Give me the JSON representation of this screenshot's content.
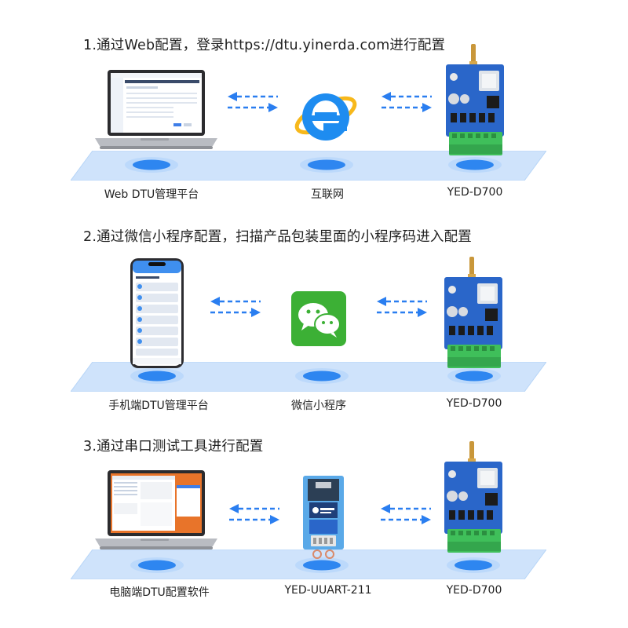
{
  "sections": [
    {
      "heading": "1.通过Web配置，登录https://dtu.yinerda.com进行配置",
      "labels": [
        "Web DTU管理平台",
        "互联网",
        "YED-D700"
      ],
      "icons": [
        "laptop-icon",
        "internet-explorer-icon",
        "dtu-board-icon"
      ]
    },
    {
      "heading": "2.通过微信小程序配置，扫描产品包装里面的小程序码进入配置",
      "labels": [
        "手机端DTU管理平台",
        "微信小程序",
        "YED-D700"
      ],
      "icons": [
        "smartphone-icon",
        "wechat-icon",
        "dtu-board-icon"
      ]
    },
    {
      "heading": "3.通过串口测试工具进行配置",
      "labels": [
        "电脑端DTU配置软件",
        "YED-UUART-211",
        "YED-D700"
      ],
      "icons": [
        "laptop-icon",
        "usb-uart-adapter-icon",
        "dtu-board-icon"
      ]
    }
  ],
  "colors": {
    "platform": "#cfe3fb",
    "platform_edge": "#a9ccf5",
    "disc": "#2e86f0",
    "arrow": "#2a7ef0",
    "board": "#2a66c9",
    "terminal": "#3fbf5a",
    "wechat": "#3cb035"
  }
}
